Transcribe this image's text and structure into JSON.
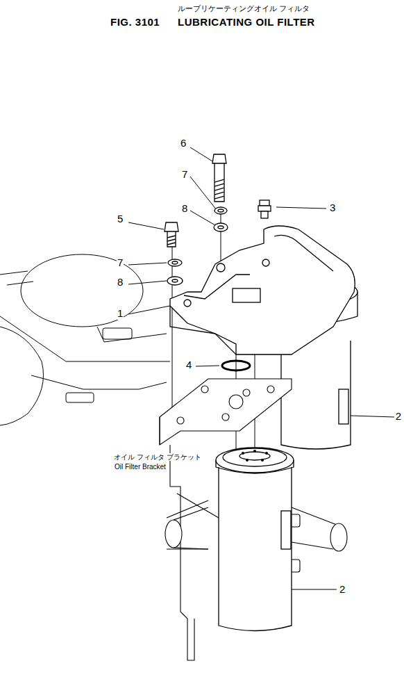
{
  "diagram": {
    "title": "LUBRICATING OIL FILTER",
    "labels": [
      "ルーブリケーティングオイル フィルタ",
      "FIG. 3101",
      "6",
      "7",
      "8",
      "5",
      "7",
      "8",
      "3",
      "1",
      "4",
      "2",
      "オイル フィルタ ブラケット",
      "Oil Filter Bracket",
      "2"
    ]
  }
}
